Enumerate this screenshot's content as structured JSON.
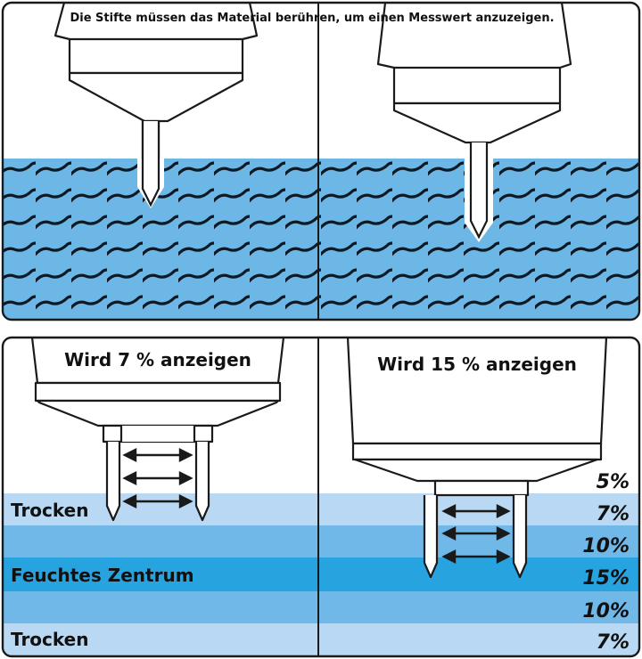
{
  "top_panel": {
    "caption": "Die Stifte müssen das Material berühren, um einen Messwert anzuzeigen."
  },
  "bottom_left": {
    "title": "Wird 7 % anzeigen",
    "label_dry_top": "Trocken",
    "label_wet_center": "Feuchtes Zentrum",
    "label_dry_bottom": "Trocken"
  },
  "bottom_right": {
    "title": "Wird 15 % anzeigen",
    "moisture_levels": [
      "5%",
      "7%",
      "10%",
      "15%",
      "10%",
      "7%"
    ]
  },
  "colors": {
    "material_blue": "#6cb7e6",
    "band_light": "#b9d8f3",
    "band_medium": "#6fb8e8",
    "band_dark": "#27a3e0",
    "outline": "#1a1a1a"
  }
}
